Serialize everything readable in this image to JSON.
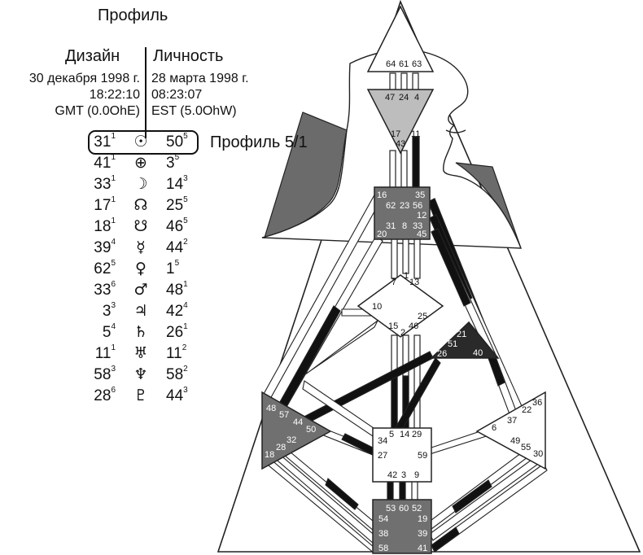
{
  "title": "Профиль",
  "design": {
    "header": "Дизайн",
    "date": "30 декабря 1998 г.",
    "time": "18:22:10",
    "zone": "GMT (0.0OhE)"
  },
  "personality": {
    "header": "Личность",
    "date": "28 марта 1998 г.",
    "time": "08:23:07",
    "zone": "EST (5.0OhW)"
  },
  "profile_label": "Профиль 5/1",
  "activations": [
    {
      "planet": "sun-icon",
      "glyph": "☉",
      "design": "31",
      "design_line": "1",
      "personality": "50",
      "personality_line": "5"
    },
    {
      "planet": "earth-icon",
      "glyph": "⊕",
      "design": "41",
      "design_line": "1",
      "personality": "3",
      "personality_line": "5"
    },
    {
      "planet": "moon-icon",
      "glyph": "☽",
      "design": "33",
      "design_line": "1",
      "personality": "14",
      "personality_line": "3"
    },
    {
      "planet": "north-node-icon",
      "glyph": "☊",
      "design": "17",
      "design_line": "1",
      "personality": "25",
      "personality_line": "5"
    },
    {
      "planet": "south-node-icon",
      "glyph": "☋",
      "design": "18",
      "design_line": "1",
      "personality": "46",
      "personality_line": "5"
    },
    {
      "planet": "mercury-icon",
      "glyph": "☿",
      "design": "39",
      "design_line": "4",
      "personality": "44",
      "personality_line": "2"
    },
    {
      "planet": "venus-icon",
      "glyph": "♀",
      "design": "62",
      "design_line": "5",
      "personality": "1",
      "personality_line": "5"
    },
    {
      "planet": "mars-icon",
      "glyph": "♂",
      "design": "33",
      "design_line": "6",
      "personality": "48",
      "personality_line": "1"
    },
    {
      "planet": "jupiter-icon",
      "glyph": "♃",
      "design": "3",
      "design_line": "3",
      "personality": "42",
      "personality_line": "4"
    },
    {
      "planet": "saturn-icon",
      "glyph": "♄",
      "design": "5",
      "design_line": "4",
      "personality": "26",
      "personality_line": "1"
    },
    {
      "planet": "uranus-icon",
      "glyph": "♅",
      "design": "11",
      "design_line": "1",
      "personality": "11",
      "personality_line": "2"
    },
    {
      "planet": "neptune-icon",
      "glyph": "♆",
      "design": "58",
      "design_line": "3",
      "personality": "58",
      "personality_line": "2"
    },
    {
      "planet": "pluto-icon",
      "glyph": "♇",
      "design": "28",
      "design_line": "6",
      "personality": "44",
      "personality_line": "3"
    }
  ],
  "gates": {
    "head": [
      "64",
      "61",
      "63"
    ],
    "ajna": [
      "47",
      "24",
      "4",
      "17",
      "43",
      "11"
    ],
    "throat": [
      "16",
      "35",
      "62",
      "23",
      "56",
      "12",
      "31",
      "8",
      "33",
      "20",
      "45"
    ],
    "g": [
      "7",
      "1",
      "13",
      "10",
      "15",
      "2",
      "46",
      "25"
    ],
    "heart": [
      "21",
      "51",
      "26",
      "40"
    ],
    "spleen": [
      "48",
      "57",
      "44",
      "50",
      "32",
      "28",
      "18"
    ],
    "sacral": [
      "5",
      "14",
      "29",
      "34",
      "27",
      "59",
      "42",
      "3",
      "9"
    ],
    "solar": [
      "36",
      "22",
      "37",
      "6",
      "49",
      "55",
      "30"
    ],
    "root": [
      "53",
      "60",
      "52",
      "54",
      "19",
      "38",
      "39",
      "58",
      "41"
    ]
  },
  "colors": {
    "defined_center": "#707070",
    "ajna_center": "#bdbdbd",
    "heart_center": "#2a2a2a",
    "silhouette_fill": "#6b6b6b",
    "channel_black": "#111111",
    "channel_gray": "#8a8a8a"
  }
}
